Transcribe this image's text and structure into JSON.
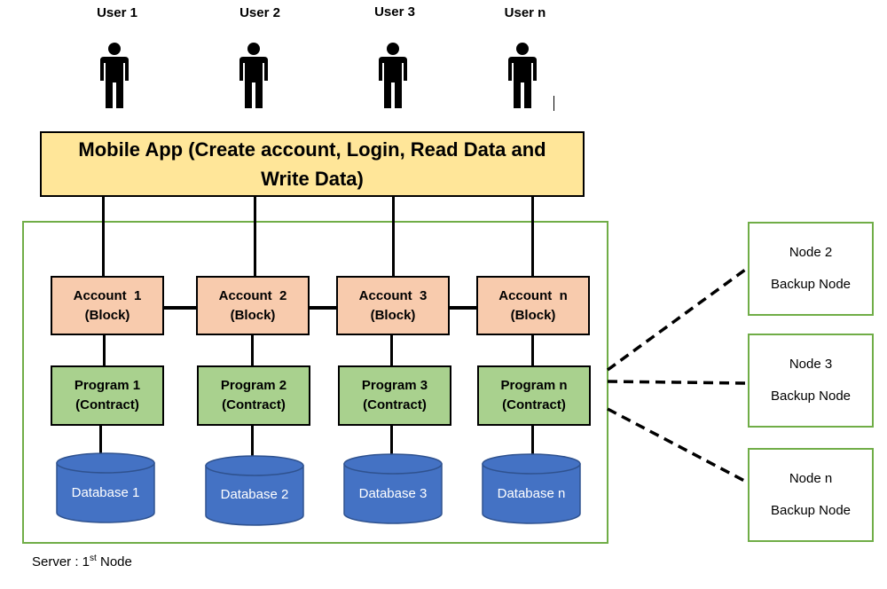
{
  "users": [
    {
      "label": "User 1"
    },
    {
      "label": "User 2"
    },
    {
      "label": "User 3"
    },
    {
      "label": "User n"
    }
  ],
  "app": {
    "line1": "Mobile App (Create account, Login, Read Data and",
    "line2": "Write Data)"
  },
  "accounts": [
    {
      "name": "Account  1",
      "sub": "(Block)"
    },
    {
      "name": "Account  2",
      "sub": "(Block)"
    },
    {
      "name": "Account  3",
      "sub": "(Block)"
    },
    {
      "name": "Account  n",
      "sub": "(Block)"
    }
  ],
  "programs": [
    {
      "name": "Program 1",
      "sub": "(Contract)"
    },
    {
      "name": "Program 2",
      "sub": "(Contract)"
    },
    {
      "name": "Program 3",
      "sub": "(Contract)"
    },
    {
      "name": "Program n",
      "sub": "(Contract)"
    }
  ],
  "databases": [
    {
      "label": "Database 1"
    },
    {
      "label": "Database 2"
    },
    {
      "label": "Database 3"
    },
    {
      "label": "Database n"
    }
  ],
  "backup_nodes": [
    {
      "name": "Node 2",
      "role": "Backup Node"
    },
    {
      "name": "Node 3",
      "role": "Backup Node"
    },
    {
      "name": "Node n",
      "role": "Backup Node"
    }
  ],
  "server": {
    "prefix": "Server : 1",
    "sup": "st",
    "suffix": " Node"
  },
  "colors": {
    "app_fill": "#FFE699",
    "account_fill": "#F8CBAD",
    "program_fill": "#A9D18E",
    "database_fill": "#4472C4",
    "server_border": "#70AD47"
  }
}
